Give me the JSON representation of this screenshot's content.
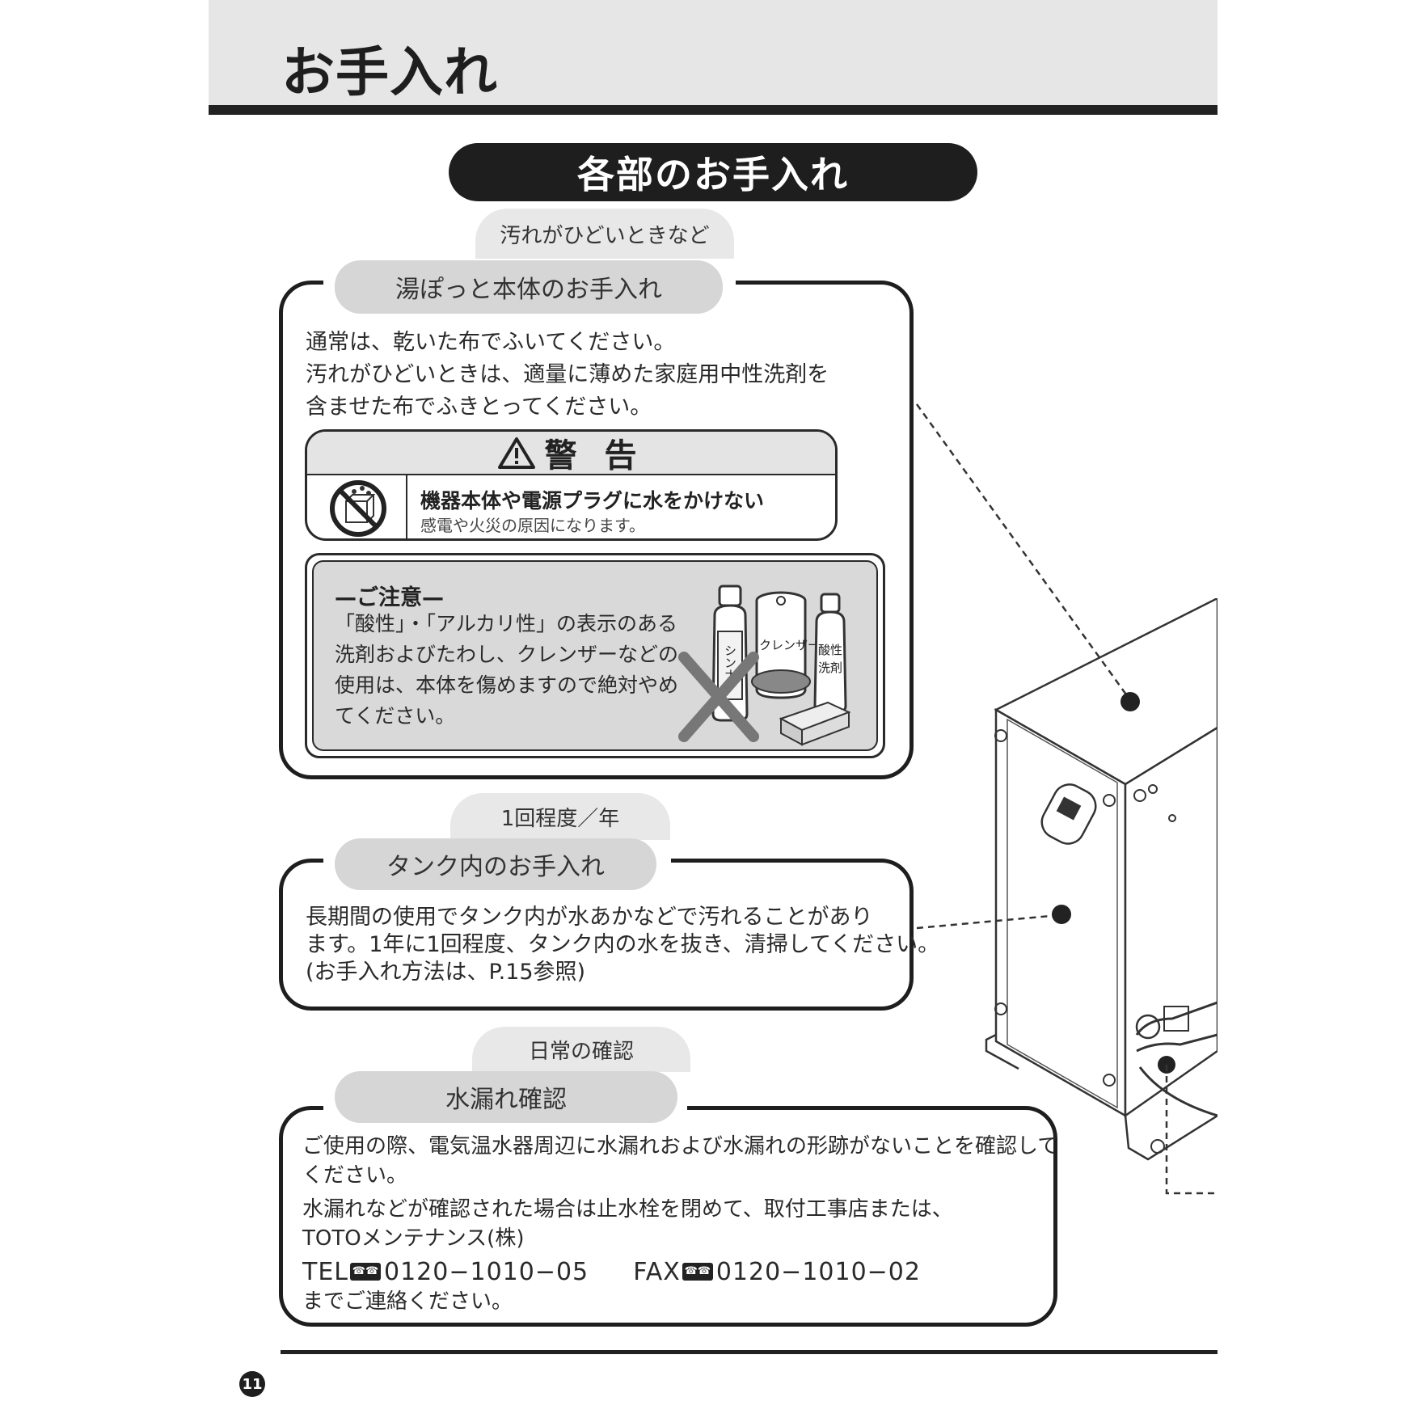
{
  "page": {
    "title": "お手入れ",
    "section_title": "各部のお手入れ",
    "page_number": "11"
  },
  "pot_care": {
    "frequency": "汚れがひどいときなど",
    "heading": "湯ぽっと本体のお手入れ",
    "lines": [
      "通常は、乾いた布でふいてください。",
      "汚れがひどいときは、適量に薄めた家庭用中性洗剤を",
      "含ませた布でふきとってください。"
    ],
    "warning": {
      "title": "警 告",
      "main": "機器本体や電源プラグに水をかけない",
      "sub": "感電や火災の原因になります。"
    },
    "caution": {
      "title": "—ご注意—",
      "lines": [
        "「酸性」・「アルカリ性」の表示のある",
        "洗剤およびたわし、クレンザーなどの",
        "使用は、本体を傷めますので絶対やめ",
        "てください。"
      ],
      "bottle1_label": "シンナー",
      "can_label": "クレンザー",
      "bottle2_label_1": "酸性",
      "bottle2_label_2": "洗剤"
    }
  },
  "tank_care": {
    "frequency": "1回程度／年",
    "heading": "タンク内のお手入れ",
    "lines": [
      "長期間の使用でタンク内が水あかなどで汚れることがあり",
      "ます。1年に1回程度、タンク内の水を抜き、清掃してください。",
      "(お手入れ方法は、P.15参照)"
    ]
  },
  "leak_check": {
    "frequency": "日常の確認",
    "heading": "水漏れ確認",
    "lines": [
      "ご使用の際、電気温水器周辺に水漏れおよび水漏れの形跡がないことを確認して",
      "ください。",
      "水漏れなどが確認された場合は止水栓を閉めて、取付工事店または、",
      "TOTOメンテナンス(株)"
    ],
    "tel_label": "TEL",
    "tel_number": "0120−1010−05",
    "fax_label": "FAX",
    "fax_number": "0120−1010−02",
    "closing": "までご連絡ください。"
  },
  "colors": {
    "dark": "#1e1e1e",
    "header_gray": "#e6e6e6",
    "tab_gray": "#d6d6d6",
    "caution_gray": "#d9d9d9"
  }
}
